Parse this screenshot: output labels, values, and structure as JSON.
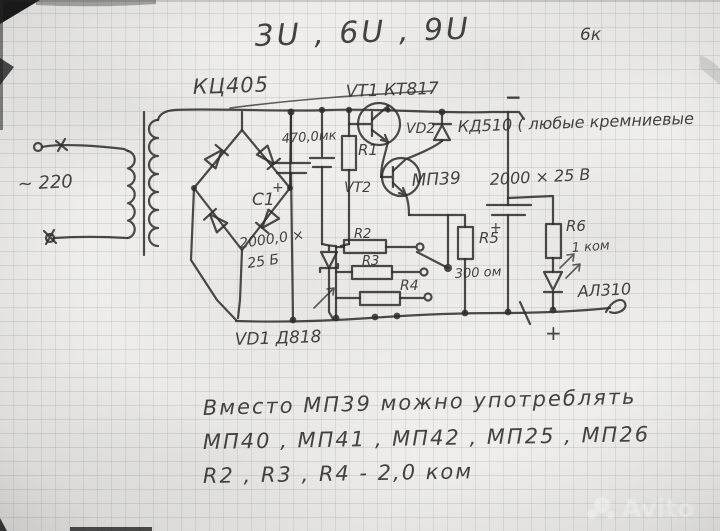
{
  "colors": {
    "ink": "#2e2b28",
    "paper": "#efeeea",
    "grid_line": "#8ea0b4",
    "watermark": "#ffffff"
  },
  "header": {
    "title": "3U , 6U , 9U",
    "corner_note": "6к"
  },
  "schematic": {
    "mains_label": "~ 220",
    "labels": {
      "bridge": "КЦ405",
      "vt1": "VT1  КТ817",
      "vd2_name": "VD2",
      "vd2_note": "КД510 ( любые кремниевые",
      "cap_input": "470,0мк",
      "r1": "R1",
      "vt2_name": "VT2",
      "vt2_type": "МП39",
      "c1_name": "C1",
      "c1_value_1": "2000,0 ×",
      "c1_value_2": "25 Б",
      "cap_out_value": "2000 × 25 В",
      "r6_name": "R6",
      "r6_value": "1 ком",
      "led": "АЛ310",
      "r2": "R2",
      "r3": "R3",
      "r4": "R4",
      "r5_name": "R5",
      "r5_value": "300 ом",
      "vd1": "VD1  Д818"
    },
    "polarity": {
      "minus_top": "−",
      "plus_c1": "+",
      "plus_cap_out": "+",
      "plus_output": "+"
    }
  },
  "notes": {
    "line1": "Вместо  МП39  можно  употреблять",
    "line2": "МП40 , МП41 , МП42 ,  МП25 , МП26",
    "line3": "R2 , R3 , R4  -   2,0 ком"
  },
  "watermark": {
    "brand": "Avito"
  }
}
